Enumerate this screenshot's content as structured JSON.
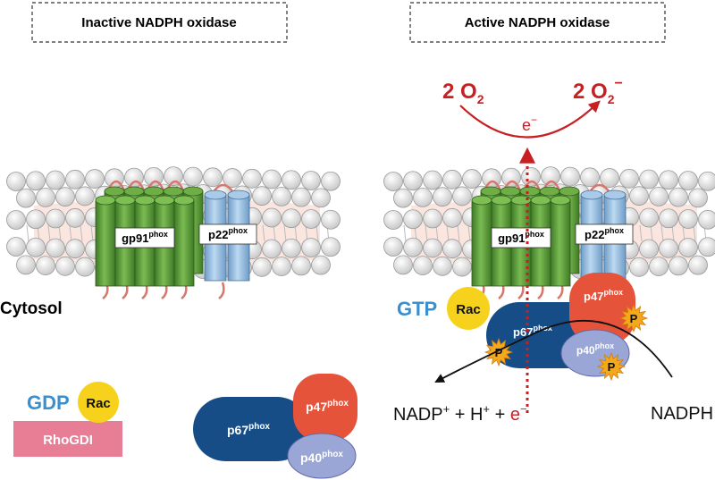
{
  "headers": {
    "inactive": "Inactive NADPH oxidase",
    "active": "Active NADPH oxidase"
  },
  "cytosol": "Cytosol",
  "proteins": {
    "gp91": "gp91",
    "p22": "p22",
    "p67": "p67",
    "p47": "p47",
    "p40": "p40",
    "phox": "phox"
  },
  "inactive": {
    "gdp": "GDP",
    "rac": "Rac",
    "rhogdi": "RhoGDI"
  },
  "active": {
    "gtp": "GTP",
    "rac": "Rac",
    "phospho": "P",
    "reaction": {
      "o2_coef": "2 O",
      "o2_sub": "2",
      "superoxide_coef": "2 O",
      "superoxide_sub": "2",
      "superoxide_charge": "−",
      "electron": "e",
      "electron_charge": "−",
      "nadph": "NADPH",
      "products_a": "NADP",
      "products_a_sup": "+",
      "products_b": " + H",
      "products_b_sup": "+",
      "products_c": " + ",
      "products_e": "e",
      "products_e_sup": "−"
    }
  },
  "colors": {
    "green": "#5e9a3c",
    "blue": "#9cc3e4",
    "navy": "#174d86",
    "orange": "#e5533b",
    "lavender": "#9aa6d6",
    "rac": "#f7d21c",
    "red": "#c81f23",
    "rhogdi": "#e77e95",
    "gdp_blue": "#3a8fd0"
  }
}
